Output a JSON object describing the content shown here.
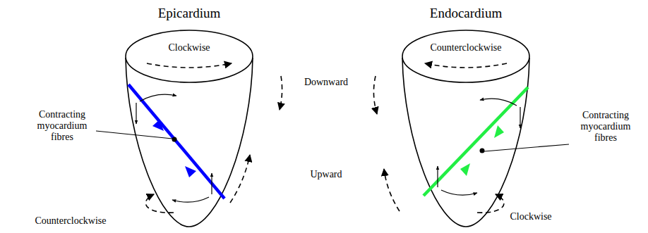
{
  "diagram": {
    "labels": [
      "Epicardium",
      "Endocardium",
      "Clockwise",
      "Counterclockwise",
      "Downward",
      "Contracting myocardium fibres",
      "Contracting myocardium fibres",
      "Upward",
      "Counterclockwise",
      "Clockwise"
    ]
  }
}
